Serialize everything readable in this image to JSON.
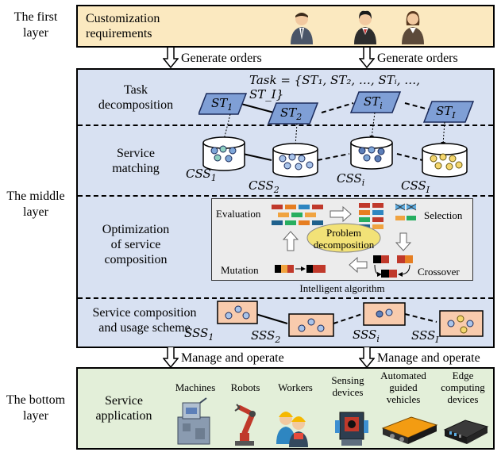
{
  "layers": {
    "first": "The first\nlayer",
    "middle": "The middle\nlayer",
    "bottom": "The bottom\nlayer"
  },
  "top_panel": {
    "customization": "Customization\nrequirements"
  },
  "arrows": {
    "generate_left": "Generate orders",
    "generate_right": "Generate orders",
    "manage_left": "Manage and operate",
    "manage_right": "Manage and operate"
  },
  "middle": {
    "task_decomposition": "Task\ndecomposition",
    "task_formula": "Task = {ST",
    "task_formula_full": "Task = {ST₁, ST₂, …, STᵢ, …, ST_I}",
    "service_matching": "Service\nmatching",
    "optimization": "Optimization\nof service\ncomposition",
    "service_composition": "Service composition\nand usage scheme",
    "st_nodes": [
      {
        "base": "ST",
        "sub": "1"
      },
      {
        "base": "ST",
        "sub": "2"
      },
      {
        "base": "ST",
        "sub": "i"
      },
      {
        "base": "ST",
        "sub": "I"
      }
    ],
    "css_nodes": [
      {
        "base": "CSS",
        "sub": "1"
      },
      {
        "base": "CSS",
        "sub": "2"
      },
      {
        "base": "CSS",
        "sub": "i"
      },
      {
        "base": "CSS",
        "sub": "I"
      }
    ],
    "sss_nodes": [
      {
        "base": "SSS",
        "sub": "1"
      },
      {
        "base": "SSS",
        "sub": "2"
      },
      {
        "base": "SSS",
        "sub": "i"
      },
      {
        "base": "SSS",
        "sub": "I"
      }
    ],
    "algorithm": {
      "evaluation": "Evaluation",
      "selection": "Selection",
      "problem": "Problem\ndecomposition",
      "mutation": "Mutation",
      "crossover": "Crossover",
      "caption": "Intelligent algorithm"
    }
  },
  "bottom": {
    "service_application": "Service\napplication",
    "resources": [
      {
        "label": "Machines",
        "icon": "machine-icon"
      },
      {
        "label": "Robots",
        "icon": "robot-arm-icon"
      },
      {
        "label": "Workers",
        "icon": "workers-icon"
      },
      {
        "label": "Sensing\ndevices",
        "icon": "sensor-icon"
      },
      {
        "label": "Automated\nguided\nvehicles",
        "icon": "agv-icon"
      },
      {
        "label": "Edge\ncomputing\ndevices",
        "icon": "edge-device-icon"
      }
    ]
  },
  "colors": {
    "top_bg": "#fbe9c0",
    "mid_bg": "#d8e1f2",
    "bot_bg": "#e3efd9",
    "st_fill": "#7f9fd6",
    "ellipse": "#f2e277",
    "sss_fill": "#f8cbad"
  }
}
